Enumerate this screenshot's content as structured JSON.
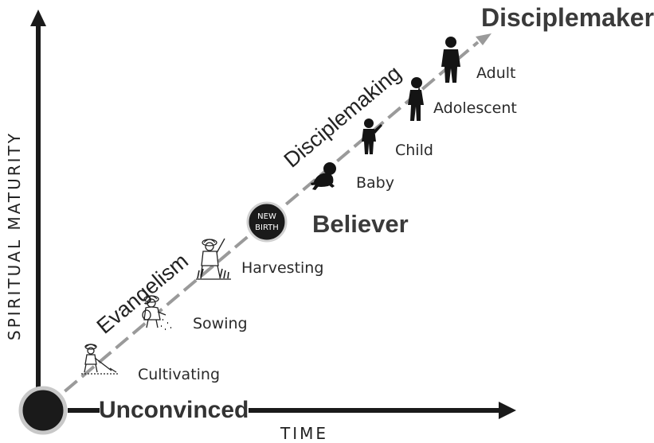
{
  "axes": {
    "x_label": "TIME",
    "y_label": "SPIRITUAL MATURITY"
  },
  "endpoints": {
    "start": "Unconvinced",
    "end": "Disciplemaker",
    "midpoint": "Believer"
  },
  "new_birth": {
    "line1": "NEW",
    "line2": "BIRTH"
  },
  "phases": {
    "first": "Evangelism",
    "second": "Disciplemaking"
  },
  "stages": {
    "cultivating": "Cultivating",
    "sowing": "Sowing",
    "harvesting": "Harvesting",
    "baby": "Baby",
    "child": "Child",
    "adolescent": "Adolescent",
    "adult": "Adult"
  },
  "icons": {
    "cultivating": "farmer-hoeing-icon",
    "sowing": "farmer-sowing-icon",
    "harvesting": "farmer-harvesting-icon",
    "baby": "crawling-baby-icon",
    "child": "child-silhouette-icon",
    "adolescent": "adolescent-silhouette-icon",
    "adult": "adult-silhouette-icon"
  },
  "colors": {
    "axis": "#1a1a1a",
    "path": "#9a9a9a",
    "node": "#1a1a1a",
    "node_ring": "#c8c8c8"
  }
}
